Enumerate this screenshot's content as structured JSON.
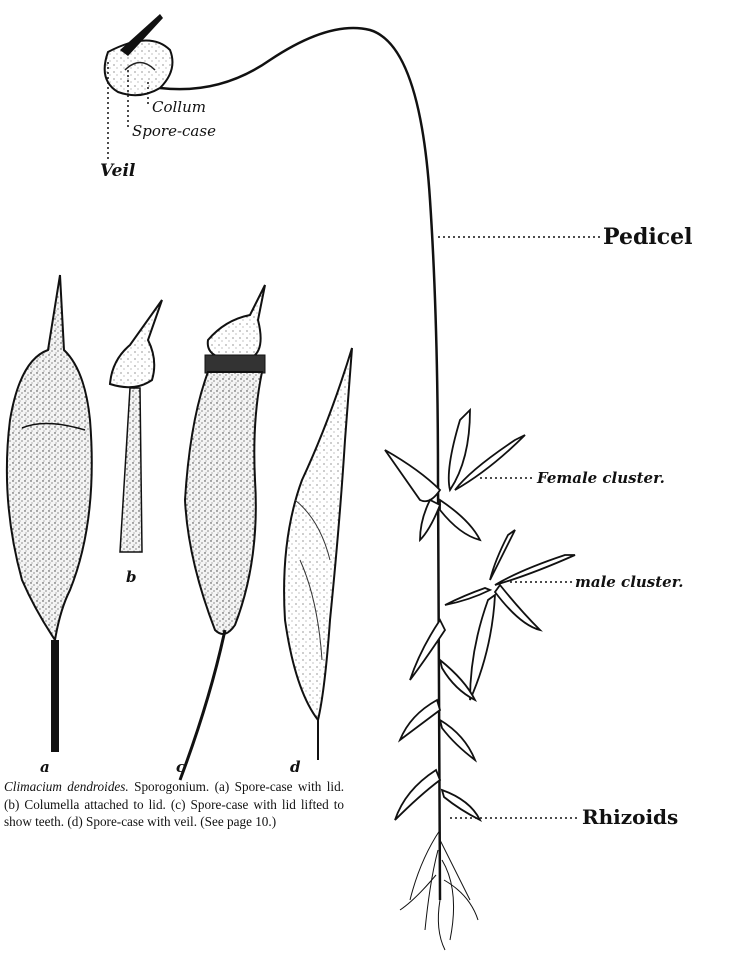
{
  "labels": {
    "collum": "Collum",
    "spore_case": "Spore-case",
    "veil": "Veil",
    "pedicel": "Pedicel",
    "female_cluster": "Female cluster.",
    "male_cluster": "male cluster.",
    "rhizoids": "Rhizoids"
  },
  "letters": {
    "a": "a",
    "b": "b",
    "c": "c",
    "d": "d"
  },
  "caption": {
    "species": "Climacium dendroides.",
    "text": " Sporogonium. (a) Spore-case with lid. (b) Columella attached to lid. (c) Spore-case with lid lifted to show teeth. (d) Spore-case with veil. (See page 10.)"
  }
}
